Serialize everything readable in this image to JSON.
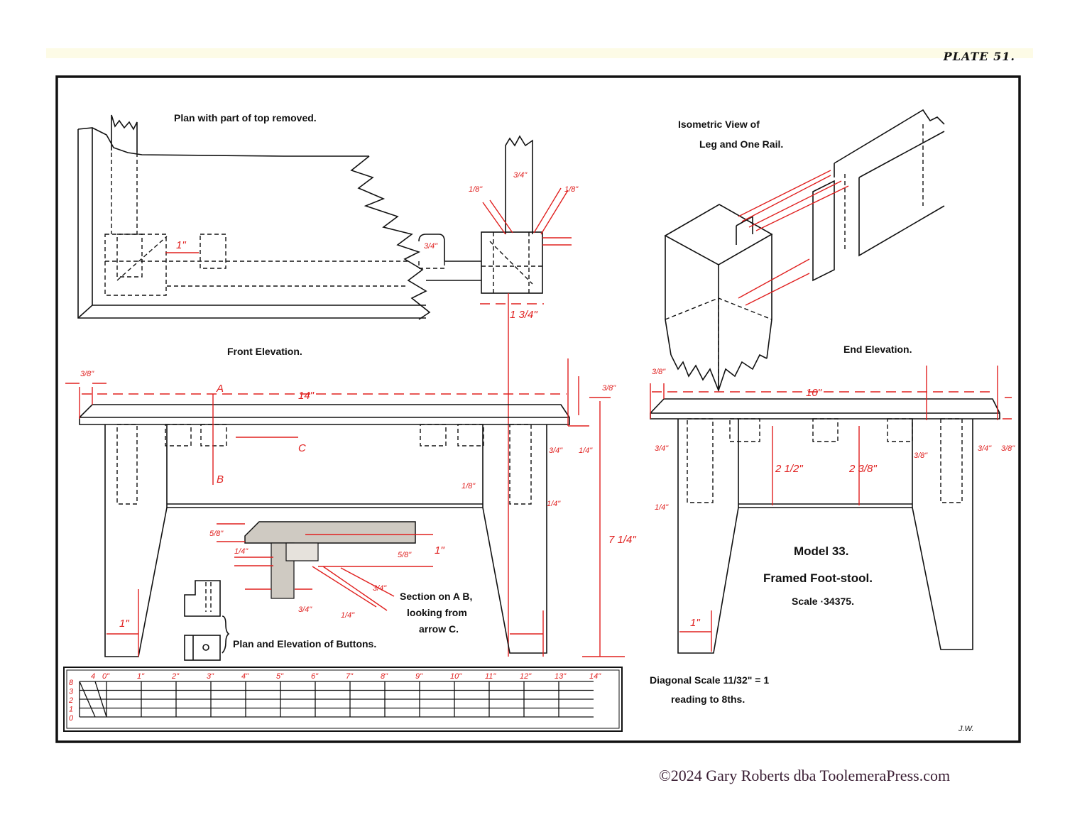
{
  "plate": {
    "title": "PLATE 51."
  },
  "views": {
    "plan": {
      "title": "Plan with part of top removed.",
      "dims": [
        "1\"",
        "3/4\"",
        "3/4\"",
        "1/8\"",
        "1/8\"",
        "1 3/4\""
      ]
    },
    "isometric": {
      "title_line1": "Isometric View of",
      "title_line2": "Leg and One Rail."
    },
    "front": {
      "title": "Front Elevation.",
      "overall_length": "14\"",
      "overall_height": "7 1/4\"",
      "overhang": "3/8\"",
      "top_thickness": "3/8\"",
      "rail_gap": "1/4\"",
      "leg_width": "3/4\"",
      "rail_drop": "1/8\"",
      "leg_inset": "1/4\"",
      "foot": "1\"",
      "section_marks": [
        "A",
        "B"
      ],
      "arrow_label": "C"
    },
    "section": {
      "title_line1": "Section on A B,",
      "title_line2": "looking from",
      "title_line3": "arrow C.",
      "dims": [
        "5/8\"",
        "1/4\"",
        "5/8\"",
        "1\"",
        "3/4\"",
        "3/4\"",
        "1/4\""
      ]
    },
    "buttons": {
      "title": "Plan and Elevation of Buttons."
    },
    "end": {
      "title": "End Elevation.",
      "overall_width": "10\"",
      "overhang": "3/8\"",
      "rail_height_1": "2 1/2\"",
      "rail_height_2": "2 3/8\"",
      "dims": [
        "3/4\"",
        "1/4\"",
        "3/8\"",
        "3/4\"",
        "3/8\"",
        "1\""
      ]
    }
  },
  "model": {
    "number": "Model 33.",
    "name": "Framed Foot-stool.",
    "scale": "Scale ·34375."
  },
  "diagonal_scale": {
    "line1": "Diagonal Scale 11/32\" = 1",
    "line2": "reading to 8ths.",
    "row_labels": [
      "8",
      "3",
      "2",
      "1",
      "0"
    ],
    "sub_label": "4",
    "ticks": [
      "0\"",
      "1\"",
      "2\"",
      "3\"",
      "4\"",
      "5\"",
      "6\"",
      "7\"",
      "8\"",
      "9\"",
      "10\"",
      "11\"",
      "12\"",
      "13\"",
      "14\""
    ]
  },
  "signature": "J.W.",
  "copyright": "©2024 Gary Roberts dba ToolemeraPress.com"
}
